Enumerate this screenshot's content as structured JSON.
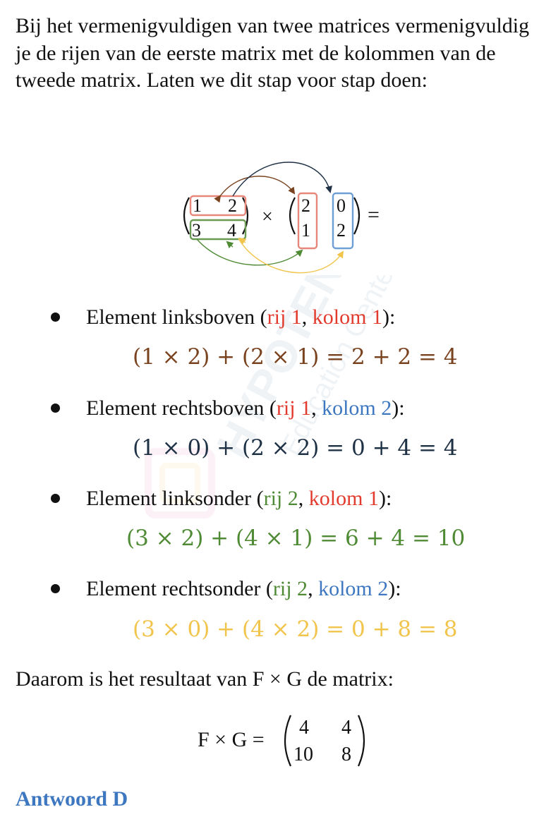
{
  "intro": "Bij het vermenigvuldigen van twee matrices vermenigvuldig je de rijen van de eerste matrix met de kolommen van de tweede matrix. Laten we dit stap voor stap doen:",
  "diagram": {
    "F": [
      [
        "1",
        "2"
      ],
      [
        "3",
        "4"
      ]
    ],
    "G": [
      [
        "2",
        "0"
      ],
      [
        "1",
        "2"
      ]
    ],
    "times": "×",
    "equals": "="
  },
  "steps": [
    {
      "prefix": "Element linksboven (",
      "row": "rij 1",
      "sep": ", ",
      "col": "kolom 1",
      "suffix": "):",
      "formula": "(1 × 2) + (2 × 1) = 2 + 2 = 4"
    },
    {
      "prefix": "Element rechtsboven (",
      "row": "rij 1",
      "sep": ", ",
      "col": "kolom 2",
      "suffix": "):",
      "formula": "(1 × 0) + (2 × 2) = 0 + 4 = 4"
    },
    {
      "prefix": "Element linksonder (",
      "row": "rij 2",
      "sep": ", ",
      "col": "kolom 1",
      "suffix": "):",
      "formula": "(3 × 2) + (4 × 1) = 6 + 4 = 10"
    },
    {
      "prefix": "Element rechtsonder (",
      "row": "rij 2",
      "sep": ", ",
      "col": "kolom 2",
      "suffix": "):",
      "formula": "(3 × 0) + (4 × 2) = 0 + 8 = 8"
    }
  ],
  "conclusion": "Daarom is het resultaat van F × G de matrix:",
  "result": {
    "lhs": "F × G =",
    "matrix": [
      [
        "4",
        "4"
      ],
      [
        "10",
        "8"
      ]
    ]
  },
  "answer": "Antwoord  D",
  "watermark": {
    "brand": "HYPOTENUSE",
    "subtitle": "Education Center"
  },
  "colors": {
    "row1": "#e23b2e",
    "row2": "#4f8a35",
    "col1": "#e23b2e",
    "col2": "#3d77c0",
    "formula1": "#7a4320",
    "formula2": "#1e3145",
    "formula3": "#4f8a35",
    "formula4": "#f1c44c",
    "answer": "#3d77c0"
  }
}
